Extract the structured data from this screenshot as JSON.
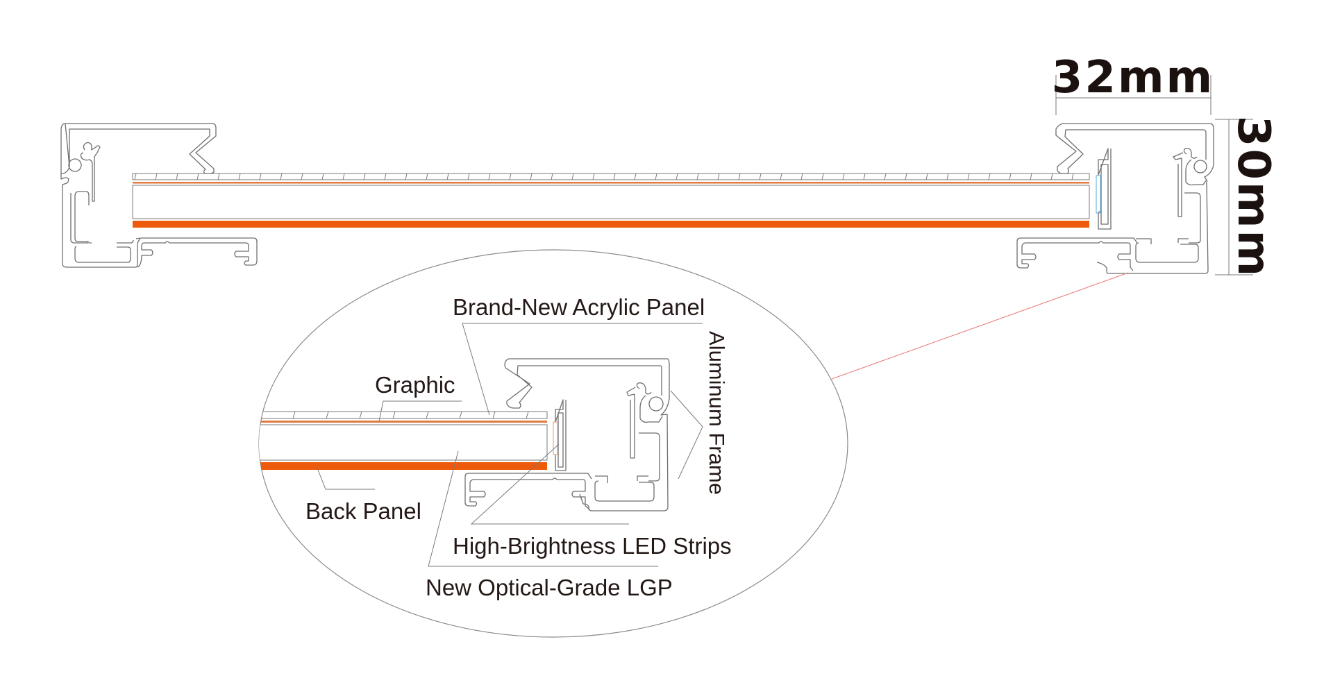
{
  "diagram": {
    "type": "cross-section",
    "subject": "LED light box aluminum frame profile",
    "colors": {
      "background": "#ffffff",
      "outline": "#6e6e6e",
      "back_panel": "#ee5a0c",
      "acrylic_line": "#e07a3c",
      "led_strip_main": "#6fb9e0",
      "led_strip_detail": "#e8a67a",
      "leader_line": "#e87a7a",
      "text": "#231815"
    },
    "dimensions": {
      "width_label": "32mm",
      "height_label": "30mm"
    },
    "detail_labels": {
      "acrylic": "Brand-New Acrylic Panel",
      "graphic": "Graphic",
      "aluminum_frame": "Aluminum Frame",
      "back_panel": "Back Panel",
      "led_strips": "High-Brightness LED Strips",
      "lgp": "New Optical-Grade LGP"
    }
  }
}
